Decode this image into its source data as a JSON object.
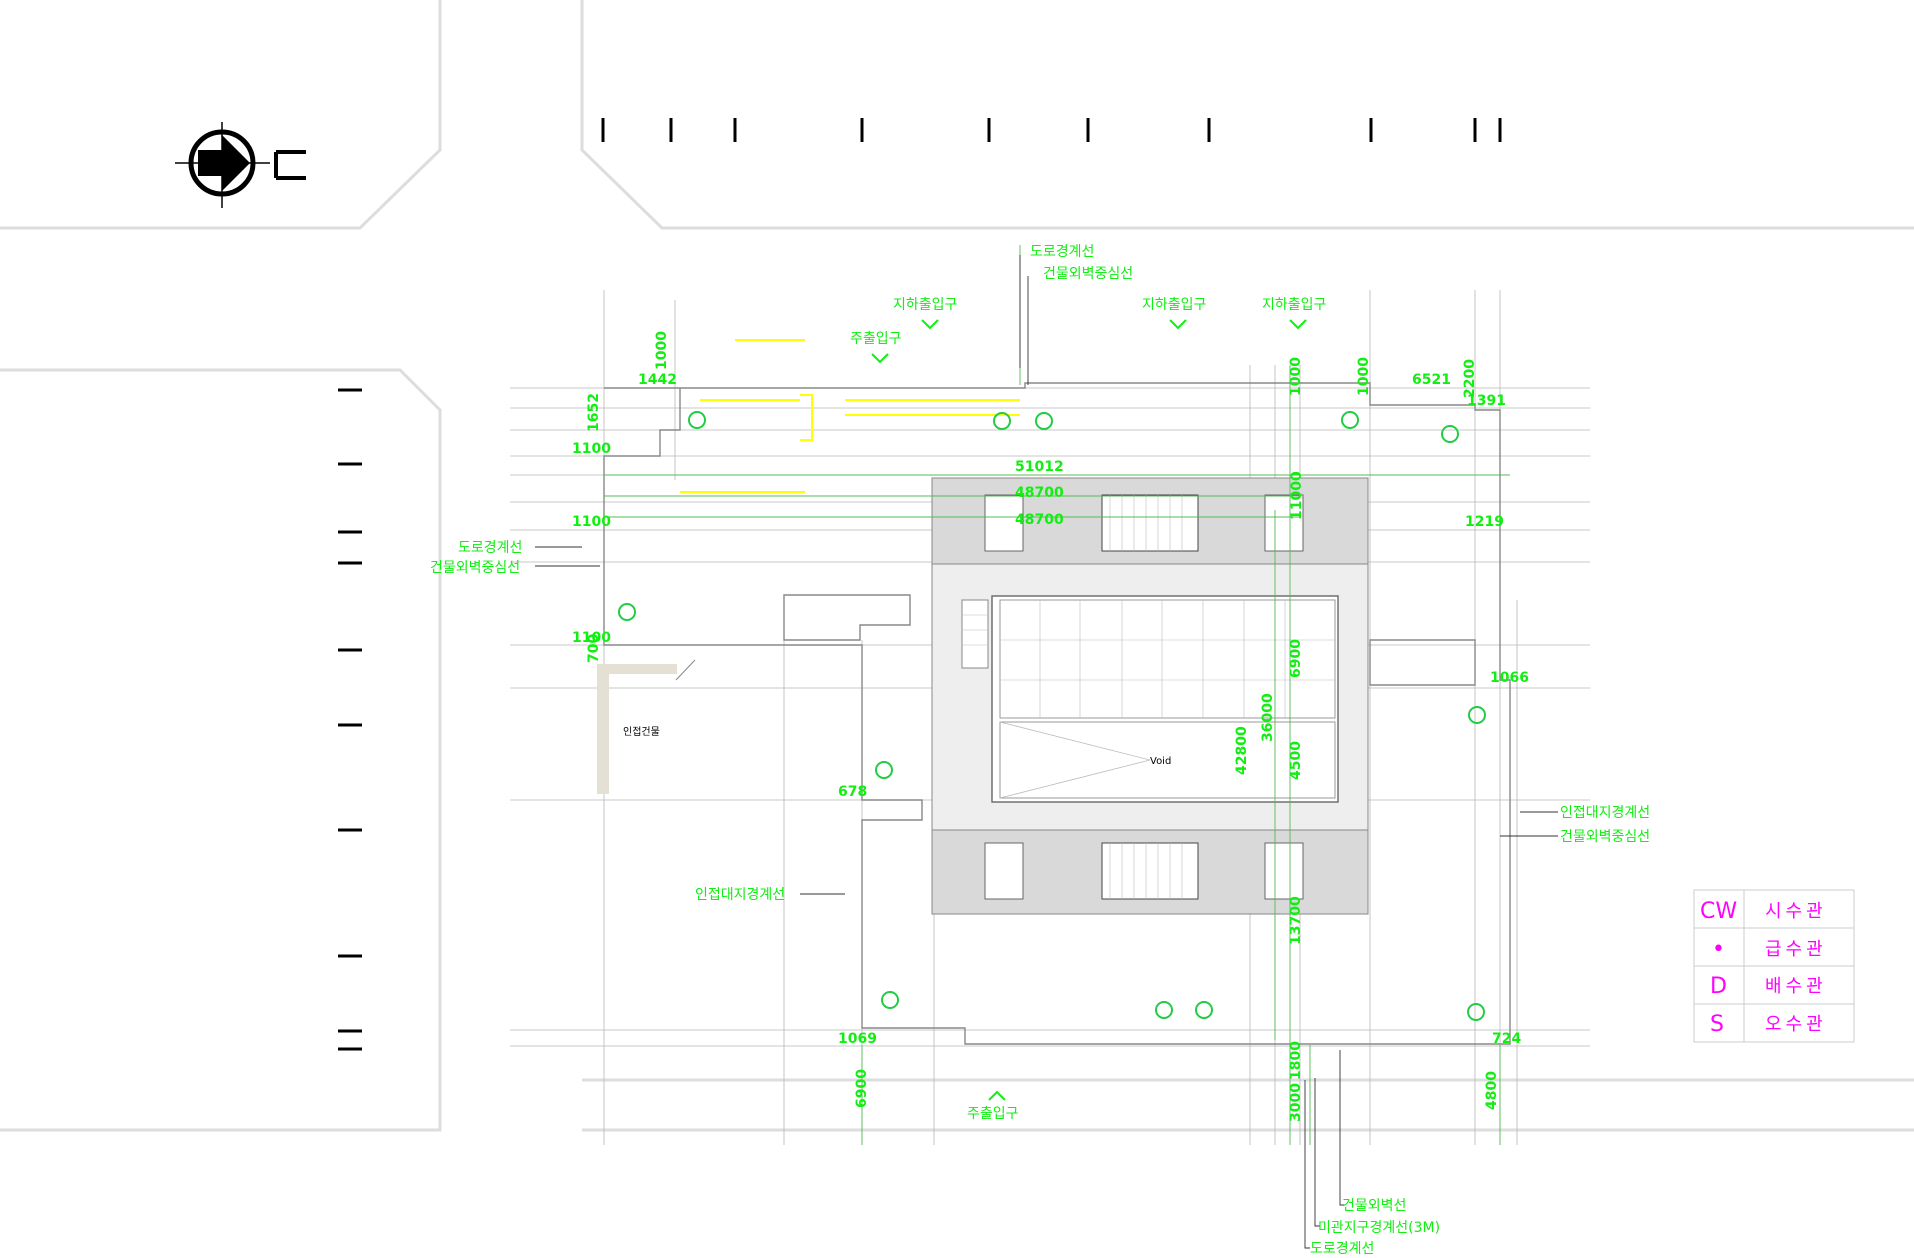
{
  "legend": [
    {
      "code": "CW",
      "name": "시수관"
    },
    {
      "code": "•",
      "name": "급수관"
    },
    {
      "code": "D",
      "name": "배수관"
    },
    {
      "code": "S",
      "name": "오수관"
    }
  ],
  "labels": {
    "road_boundary": "도로경계선",
    "wall_center": "건물외벽중심선",
    "entrance_main": "주출입구",
    "entrance_basement": "지하출입구",
    "adjacent_lot_boundary": "인접대지경계선",
    "adjacent_building": "인접건물",
    "outer_wall": "건물외벽선",
    "setback_line": "미관지구경계선(3M)",
    "void": "Void"
  },
  "dimensions": {
    "d1442": "1442",
    "d1000a": "1000",
    "d1000b": "1000",
    "d1000c": "1000",
    "d6521": "6521",
    "d2200": "2200",
    "d1391": "1391",
    "d1652": "1652",
    "d1100a": "1100",
    "d1100b": "1100",
    "d1100c": "1100",
    "d51012": "51012",
    "d48700a": "48700",
    "d48700b": "48700",
    "d11000": "11000",
    "d1219": "1219",
    "d700": "700",
    "d6900": "6900",
    "d1066": "1066",
    "d42800": "42800",
    "d36000": "36000",
    "d4500": "4500",
    "d678": "678",
    "d13700": "13700",
    "d1069": "1069",
    "d724": "724",
    "d6900b": "6900",
    "d3000": "3000",
    "d1800": "1800",
    "d4800": "4800"
  },
  "colors": {
    "dimension": "#11ee11",
    "legend": "#ff00ff",
    "highlight": "#ffff00"
  },
  "icons": {
    "north_arrow": "north-arrow-icon"
  }
}
